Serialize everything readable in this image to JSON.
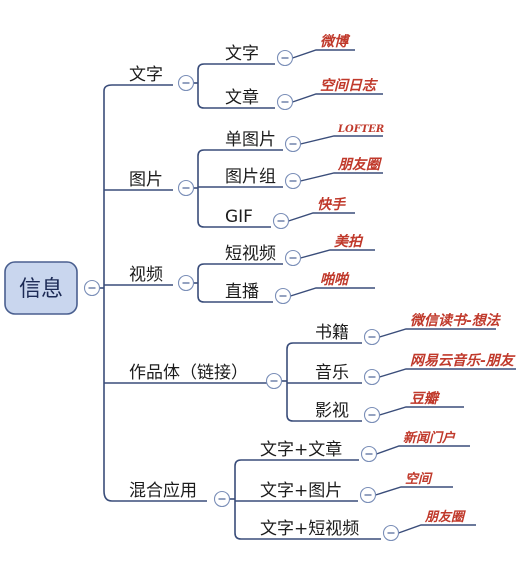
{
  "root": {
    "label": "信息",
    "collapse_icon": "collapse-icon"
  },
  "categories": [
    {
      "label": "文字",
      "children": [
        {
          "label": "文字",
          "platform": "微博"
        },
        {
          "label": "文章",
          "platform": "空间日志"
        }
      ]
    },
    {
      "label": "图片",
      "children": [
        {
          "label": "单图片",
          "platform": "LOFTER"
        },
        {
          "label": "图片组",
          "platform": "朋友圈"
        },
        {
          "label": "GIF",
          "platform": "快手"
        }
      ]
    },
    {
      "label": "视频",
      "children": [
        {
          "label": "短视频",
          "platform": "美拍"
        },
        {
          "label": "直播",
          "platform": "啪啪"
        }
      ]
    },
    {
      "label": "作品体（链接）",
      "children": [
        {
          "label": "书籍",
          "platform": "微信读书-想法"
        },
        {
          "label": "音乐",
          "platform": "网易云音乐-朋友"
        },
        {
          "label": "影视",
          "platform": "豆瓣"
        }
      ]
    },
    {
      "label": "混合应用",
      "children": [
        {
          "label": "文字+文章",
          "platform": "新闻门户"
        },
        {
          "label": "文字+图片",
          "platform": "空间"
        },
        {
          "label": "文字+短视频",
          "platform": "朋友圈"
        }
      ]
    }
  ],
  "colors": {
    "connector": "#3a4d7a",
    "root_fill": "#c9d6ee",
    "root_border": "#4a5f8f",
    "platform_text": "#c0392b"
  }
}
